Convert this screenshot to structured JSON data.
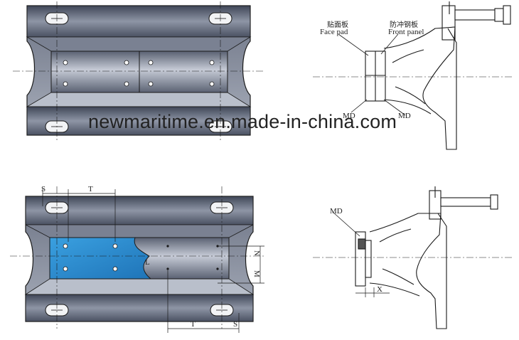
{
  "labels": {
    "face_pad_cn": "贴面板",
    "face_pad_en": "Face pad",
    "front_panel_cn": "防冲钢板",
    "front_panel_en": "Front panel",
    "md_top_left": "MD",
    "md_top_right": "MD",
    "md_bottom": "MD",
    "dim_s_top": "S",
    "dim_t_top": "T",
    "dim_t_bottom": "T",
    "dim_s_bottom": "S",
    "dim_l": "L",
    "dim_n": "N",
    "dim_m": "M",
    "dim_x": "X"
  },
  "watermark": "newmaritime.en.made-in-china.com",
  "colors": {
    "steel_dark": "#5f6677",
    "steel_mid": "#8c93a3",
    "steel_light": "#c9ced8",
    "panel_blue": "#2f8fd3",
    "line": "#1a1a1a"
  }
}
